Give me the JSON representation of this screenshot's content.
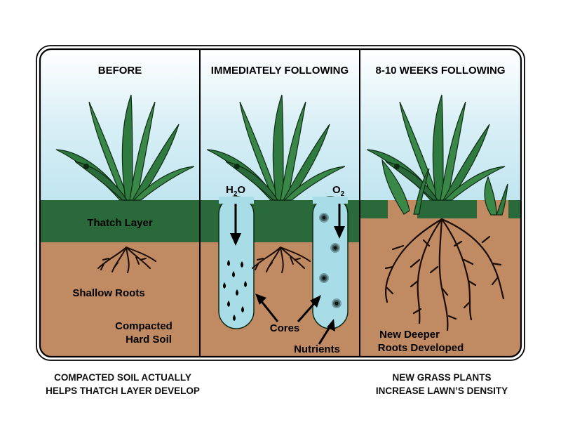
{
  "panels": [
    {
      "title": "BEFORE"
    },
    {
      "title": "IMMEDIATELY FOLLOWING"
    },
    {
      "title": "8-10 WEEKS FOLLOWING"
    }
  ],
  "labels": {
    "thatch_layer": "Thatch Layer",
    "shallow_roots": "Shallow Roots",
    "compacted_line1": "Compacted",
    "compacted_line2": "Hard Soil",
    "h2o_main": "H",
    "h2o_sub": "2",
    "h2o_end": "O",
    "o2_main": "O",
    "o2_sub": "2",
    "cores": "Cores",
    "nutrients": "Nutrients",
    "new_roots_line1": "New Deeper",
    "new_roots_line2": "Roots Developed"
  },
  "captions": {
    "left_line1": "COMPACTED SOIL ACTUALLY",
    "left_line2": "HELPS THATCH LAYER DEVELOP",
    "right_line1": "NEW GRASS PLANTS",
    "right_line2": "INCREASE LAWN’S DENSITY"
  },
  "colors": {
    "sky_top": "#ffffff",
    "sky_bottom": "#8fd0e2",
    "thatch": "#2a6a3a",
    "soil": "#c08a62",
    "leaf": "#2f7a3e",
    "core_water": "#a8dde8"
  }
}
